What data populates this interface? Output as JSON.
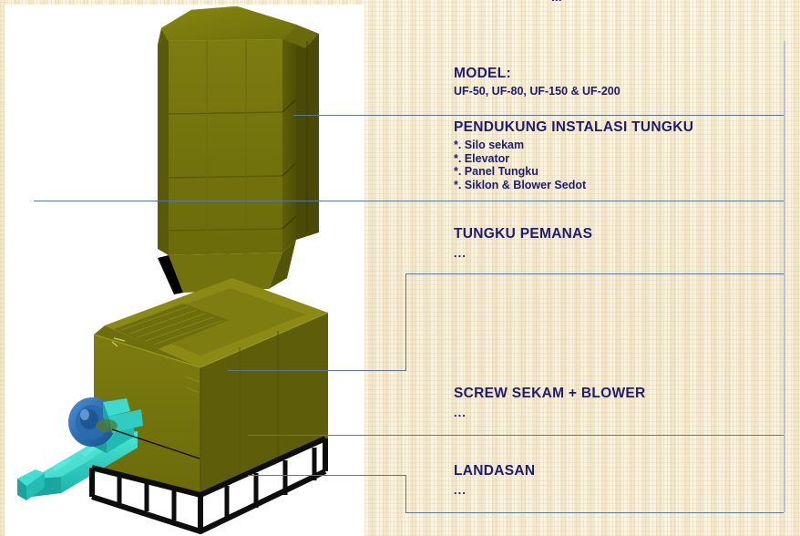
{
  "canvas": {
    "title": "3d-furnace-assembly",
    "parts": [
      {
        "name": "silo-hopper-tower",
        "color": "#6e6e0d"
      },
      {
        "name": "furnace-body",
        "color": "#76760f"
      },
      {
        "name": "screw-conveyor",
        "color": "#2fd4c8"
      },
      {
        "name": "blower-fan",
        "color": "#2f6fb5"
      },
      {
        "name": "steel-base-frame",
        "color": "#101010"
      }
    ]
  },
  "colors": {
    "background": "#f6eed8",
    "canvas": "#ffffff",
    "text_navy": "#1c1c70",
    "line_blue": "#5878a0",
    "machine_olive": "#76760f",
    "machine_olive_dark": "#5c5c0a",
    "conveyor_cyan": "#2fd4c8",
    "blower_blue": "#2f6fb5",
    "frame_black": "#101010"
  },
  "top_cutoff": {
    "text": "..."
  },
  "sections": [
    {
      "id": "model",
      "title": "MODEL:",
      "subtitle": "UF-50, UF-80, UF-150 & UF-200",
      "bullets": [],
      "dots": ""
    },
    {
      "id": "pendukung",
      "title": "PENDUKUNG INSTALASI TUNGKU",
      "subtitle": "",
      "bullets": [
        "*. Silo sekam",
        "*. Elevator",
        "*. Panel Tungku",
        "*. Siklon & Blower Sedot"
      ],
      "dots": ""
    },
    {
      "id": "tungku-pemanas",
      "title": "TUNGKU PEMANAS",
      "subtitle": "",
      "bullets": [],
      "dots": "..."
    },
    {
      "id": "screw-sekam-blower",
      "title": "SCREW SEKAM + BLOWER",
      "subtitle": "",
      "bullets": [],
      "dots": "..."
    },
    {
      "id": "landasan",
      "title": "LANDASAN",
      "subtitle": "",
      "bullets": [],
      "dots": "..."
    }
  ]
}
